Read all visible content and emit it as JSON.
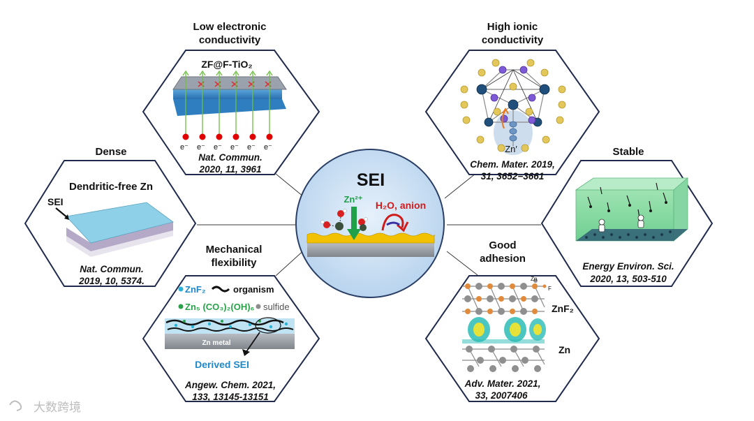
{
  "center": {
    "title": "SEI",
    "ion_label": "Zn²⁺",
    "blocked_label": "H₂O, anion"
  },
  "panels": {
    "low_electronic": {
      "title_line1": "Low electronic",
      "title_line2": "conductivity",
      "material": "ZF@F-TiO₂",
      "electron_label": "e⁻",
      "ref_line1": "Nat. Commun.",
      "ref_line2": "2020, 11, 3961"
    },
    "high_ionic": {
      "title_line1": "High ionic",
      "title_line2": "conductivity",
      "site_label": "Zn′",
      "ref_line1": "Chem. Mater. 2019,",
      "ref_line2": "31, 3652−3661"
    },
    "dense": {
      "title": "Dense",
      "subtitle": "Dendritic-free Zn",
      "sei_label": "SEI",
      "ref_line1": "Nat. Commun.",
      "ref_line2": "2019, 10, 5374."
    },
    "stable": {
      "title": "Stable",
      "ref_line1": "Energy Environ. Sci.",
      "ref_line2": "2020, 13, 503-510"
    },
    "mechanical": {
      "title_line1": "Mechanical",
      "title_line2": "flexibility",
      "legend_znf2": "ZnF₂",
      "legend_organism": "organism",
      "legend_carbonate": "Zn₅ (CO₃)₂(OH)₆",
      "legend_sulfide": "sulfide",
      "metal_label": "Zn metal",
      "derived_label": "Derived SEI",
      "ref_line1": "Angew. Chem. 2021,",
      "ref_line2": "133, 13145-13151"
    },
    "adhesion": {
      "title_line1": "Good",
      "title_line2": "adhesion",
      "layer_top": "ZnF₂",
      "layer_bottom": "Zn",
      "legend_zn": "Zn",
      "legend_f": "F",
      "ref_line1": "Adv. Mater. 2021,",
      "ref_line2": "33, 2007406"
    }
  },
  "watermark": "大数跨境",
  "colors": {
    "hex_border": "#1f2a4d",
    "center_fill": "#cfe3f5",
    "sei_yellow": "#f2c200",
    "ion_green": "#21a04a",
    "blocked_red": "#d01b1b",
    "derived_blue": "#1f88c8",
    "carbonate_green": "#2aa14a"
  }
}
